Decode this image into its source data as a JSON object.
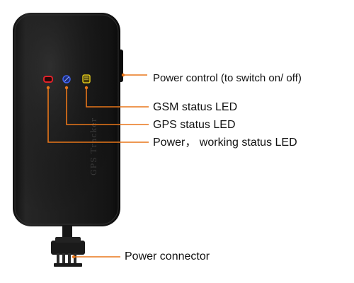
{
  "callouts": {
    "power_control": "Power control (to switch on/ off)",
    "gsm_led": "GSM status LED",
    "gps_led": "GPS status LED",
    "power_status_led": "Power， working status LED",
    "power_connector": "Power connector"
  },
  "device": {
    "printed_text": "GPS Tracker"
  },
  "colors": {
    "leader_line": "#e8761a",
    "device_body": "#1c1c1c",
    "led_power": "#e0222a",
    "led_gps": "#2a4fd6",
    "led_gsm": "#d9c21a"
  }
}
